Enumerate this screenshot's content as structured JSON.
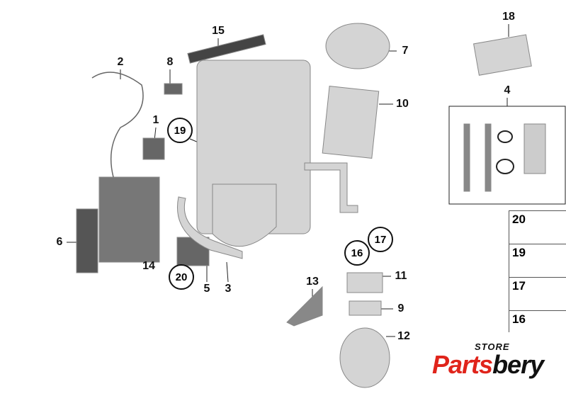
{
  "callouts": {
    "c15": "15",
    "c7": "7",
    "c18": "18",
    "c2": "2",
    "c8": "8",
    "c10": "10",
    "c4": "4",
    "c1": "1",
    "c19": "19",
    "c6": "6",
    "c14": "14",
    "c17": "17",
    "c16": "16",
    "c11": "11",
    "c20": "20",
    "c5": "5",
    "c3": "3",
    "c13": "13",
    "c9": "9",
    "c12": "12"
  },
  "side_panel": [
    "20",
    "19",
    "17",
    "16"
  ],
  "logo": {
    "store": "STORE",
    "brand_red": "Parts",
    "brand_black": "bery"
  },
  "colors": {
    "part": "#d4d4d4",
    "part_dark": "#8a8a8a",
    "brand_red": "#e0241b"
  }
}
